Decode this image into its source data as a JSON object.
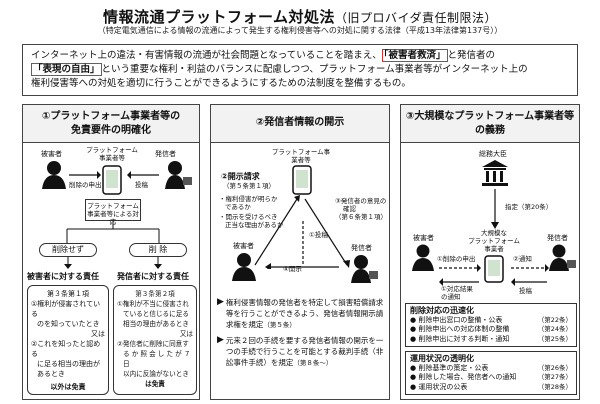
{
  "header": {
    "title": "情報流通プラットフォーム対処法",
    "title_sub": "（旧プロバイダ責任制限法）",
    "subtitle": "（特定電気通信による情報の流通によって発生する権利侵害等への対処に関する法律（平成13年法律第137号））"
  },
  "intro": {
    "line1_a": "インターネット上の違法・有害情報の流通が社会問題となっていることを踏まえ、",
    "line1_hl": "「被害者救済」",
    "line1_b": "と発信者の",
    "line2_hl": "「表現の自由」",
    "line2_b": "という重要な権利・利益のバランスに配慮しつつ、プラットフォーム事業者等がインターネット上の",
    "line3": "権利侵害等への対処を適切に行うことができるようにするための法制度を整備するもの。"
  },
  "col1": {
    "head1": "①プラットフォーム事業者等の",
    "head2": "免責要件の明確化",
    "victim": "被害者",
    "platform": "プラットフォーム事業者等",
    "sender": "発信者",
    "request": "削除の申出",
    "post": "投稿",
    "provider_box": "プラットフォーム事業者等による対応",
    "no_delete": "削除せず",
    "delete": "削 除",
    "resp_victim": "被害者に対する責任",
    "resp_sender": "発信者に対する責任",
    "art1": "第３条第１項",
    "art2": "第３条第２項",
    "left_item1": "①権利が侵害されている",
    "left_item1b": "のを知っていたとき",
    "or1": "又は",
    "left_item2": "②これを知ったと認める",
    "left_item2b": "に足る相当の理由が",
    "left_item2c": "あるとき",
    "left_exempt": "以外は免責",
    "right_item1": "①権利が不当に侵害され",
    "right_item1b": "ていると信じるに足る",
    "right_item1c": "相当の理由があるとき",
    "or2": "又は",
    "right_item2": "②発信者に削除に同意す",
    "right_item2b": "る か 照 会 し た が ７ 日",
    "right_item2c": "以内に反論がないとき",
    "right_exempt": "は免責"
  },
  "col2": {
    "head": "②発信者情報の開示",
    "platform": "プラットフォーム事業者等",
    "req_title": "②開示請求",
    "req_art": "（第５条第１項）",
    "cond1": "・権利侵害が明らか",
    "cond1b": "であるか",
    "cond2": "・開示を受けるべき",
    "cond2b": "正当な理由があるか",
    "consult": "③発信者の意見の",
    "consult2": "確認",
    "consult_art": "（第６条第１項）",
    "victim": "被害者",
    "post": "①投稿",
    "disclose": "④開示",
    "sender": "発信者",
    "b1": "権利侵害情報の発信者を特定して損害賠償請求等を行うことができるよう、発信者情報開示請求権を規定",
    "b1_art": "（第５条）",
    "b2": "元来２回の手続を要する発信者情報の開示を一つの手続で行うことを可能とする裁判手続（非訟事件手続）を規定",
    "b2_art": "（第８条～）"
  },
  "col3": {
    "head1": "③大規模なプラットフォーム事業者等",
    "head2": "の義務",
    "minister": "総務大臣",
    "designate": "指定（第20条）",
    "victim": "被害者",
    "platform1": "大規模な",
    "platform2": "プラットフォーム",
    "platform3": "事業者",
    "sender": "発信者",
    "del_req": "①削除の申出",
    "notice": "②通知",
    "response": "①対応結果",
    "response2": "の通知",
    "post": "投稿",
    "sec1_title": "削除対応の迅速化",
    "sec1_items": [
      "削除申出窓口の整備・公表",
      "削除申出への対応体制の整備",
      "削除申出に対する判断・通知"
    ],
    "sec1_arts": [
      "（第22条）",
      "（第24条）",
      "（第25条）"
    ],
    "sec2_title": "運用状況の透明化",
    "sec2_items": [
      "削除基準の策定・公表",
      "削除した場合、発信者への通知",
      "運用状況の公表"
    ],
    "sec2_arts": [
      "（第26条）",
      "（第27条）",
      "（第28条）"
    ]
  }
}
